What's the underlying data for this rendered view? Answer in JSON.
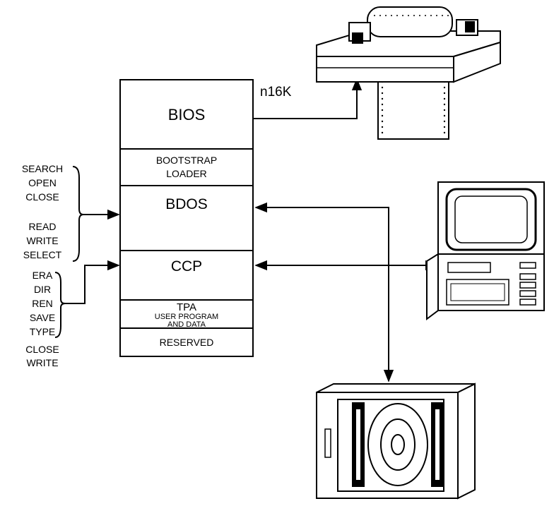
{
  "memory_map": {
    "top_address": "n16K",
    "blocks": {
      "bios": "BIOS",
      "bootstrap_line1": "BOOTSTRAP",
      "bootstrap_line2": "LOADER",
      "bdos": "BDOS",
      "ccp": "CCP",
      "tpa_title": "TPA",
      "tpa_line1": "USER PROGRAM",
      "tpa_line2": "AND DATA",
      "reserved": "RESERVED"
    }
  },
  "bdos_functions": [
    "SEARCH",
    "OPEN",
    "CLOSE",
    "READ",
    "WRITE",
    "SELECT"
  ],
  "ccp_commands": [
    "ERA",
    "DIR",
    "REN",
    "SAVE",
    "TYPE"
  ],
  "reserved_functions": [
    "CLOSE",
    "WRITE"
  ],
  "devices": {
    "printer": "printer-icon",
    "terminal": "terminal-icon",
    "disk_drive": "disk-drive-icon"
  }
}
